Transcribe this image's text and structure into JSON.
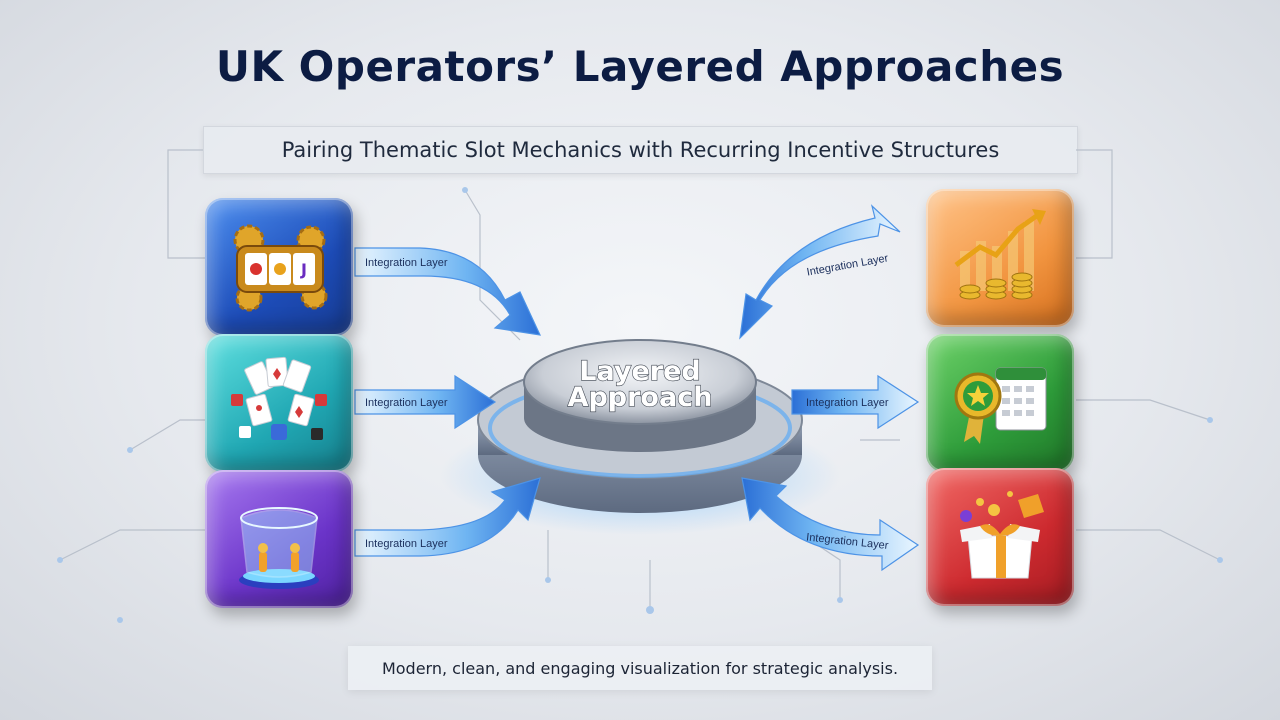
{
  "title": "UK Operators’ Layered Approaches",
  "subtitle": "Pairing Thematic Slot Mechanics with Recurring Incentive Structures",
  "hub": {
    "line1": "Layered",
    "line2": "Approach"
  },
  "integration_label": "Integration Layer",
  "left_blocks": [
    {
      "icon": "slot-machine-gears-icon",
      "color": "#2a5fd0"
    },
    {
      "icon": "playing-cards-dice-icon",
      "color": "#22b3bd"
    },
    {
      "icon": "hologram-stage-icon",
      "color": "#7a3fd6"
    }
  ],
  "right_blocks": [
    {
      "icon": "growth-chart-coins-icon",
      "color": "#f0923c"
    },
    {
      "icon": "award-badge-calendar-icon",
      "color": "#36a63d"
    },
    {
      "icon": "gift-box-icon",
      "color": "#d12f33"
    }
  ],
  "caption": "Modern, clean, and engaging visualization for strategic analysis."
}
